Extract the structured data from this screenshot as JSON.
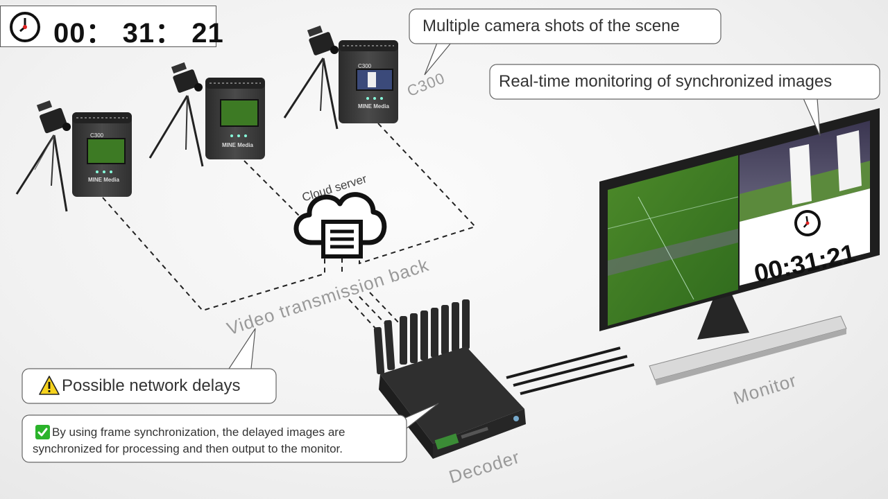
{
  "timer": {
    "time": "00： 31： 21",
    "icon": "clock-icon"
  },
  "callouts": {
    "camera_shots": "Multiple camera shots of the scene",
    "monitoring": "Real-time monitoring of synchronized images",
    "network_delays": "Possible network delays",
    "sync_note_line1": "By using frame synchronization, the delayed images are",
    "sync_note_line2": "synchronized for processing and then output to the monitor."
  },
  "labels": {
    "camera_model": "C300",
    "cloud_server": "Cloud server",
    "video_transmission": "Video transmission back",
    "decoder": "Decoder",
    "monitor": "Monitor"
  },
  "devices": {
    "brand_line1": "MINE",
    "brand_line2": "Media",
    "screen_model": "C300"
  },
  "monitor_screen": {
    "timecode": "00:31:21"
  },
  "colors": {
    "check": "#2bb32b",
    "warning": "#f5d21e",
    "pitch": "#3f7d24",
    "device": "#3a3a3a"
  }
}
